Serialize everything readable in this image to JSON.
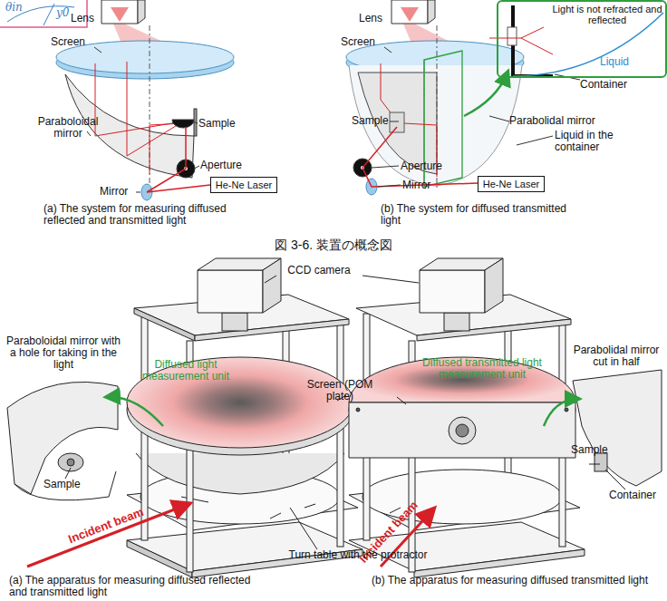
{
  "diagram": {
    "caption": "図 3-6. 装置の概念図",
    "nodes": [
      {
        "text": [
          "He-Ne Laser"
        ]
      },
      {
        "text": [
          "He-Ne Laser"
        ]
      },
      {
        "text": [
          "Light is not refracted and reflected",
          "Liquid"
        ]
      }
    ],
    "labels": [
      "θin",
      "y0",
      "Lens",
      "Screen",
      "Paraboloidal mirror",
      "Sample",
      "Aperture",
      "Mirror",
      "(a) The system for measuring diffused reflected and transmitted light",
      "Lens",
      "Screen",
      "Container",
      "Sample",
      "Parabolidal mirror",
      "Liquid in the container",
      "Aperture",
      "Mirror",
      "(b) The system for diffused transmitted light",
      "CCD camera",
      "Paraboloidal mirror with a hole for taking in the light",
      "Diffused light measurement unit",
      "Screen (POM plate)",
      "Diffused transmitted light measurement unit",
      "Parabolidal mirror cut in half",
      "Sample",
      "Sample",
      "Container",
      "Incident beam",
      "Incident beam",
      "Turn table with the protractor",
      "(a) The apparatus for measuring diffused reflected and transmitted light",
      "(b) The apparatus for measuring diffused transmitted light"
    ]
  }
}
